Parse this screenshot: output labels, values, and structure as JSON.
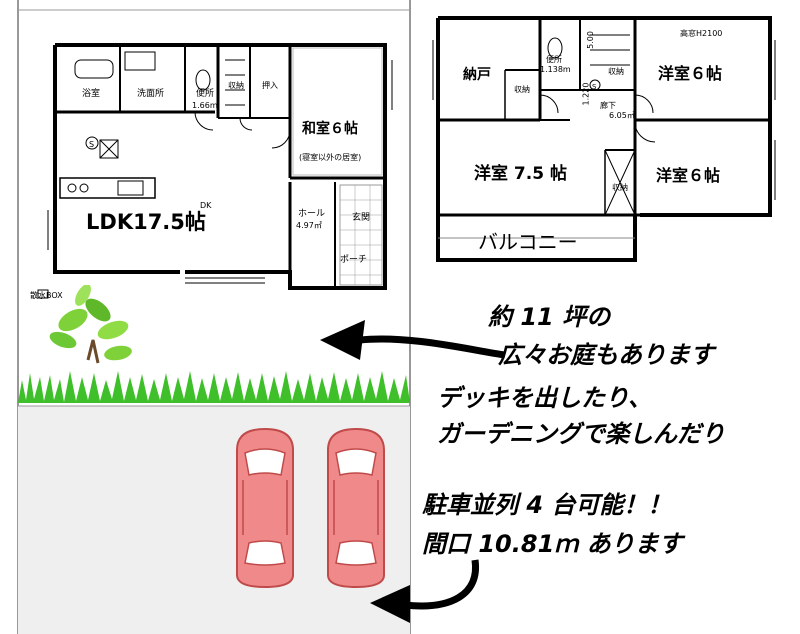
{
  "floor1": {
    "ldk": "LDK17.5帖",
    "washitsu": "和室６帖",
    "washitsu_note": "(寝室以外の居室)",
    "hall": "ホール",
    "hall_area": "4.97㎡",
    "entrance": "玄関",
    "porch": "ポーチ",
    "bath": "浴室",
    "washroom": "洗面所",
    "toilet": "便所",
    "toilet_dim": "1.66m",
    "storage": "収納",
    "storage2": "押入",
    "dk": "DK",
    "sprinkler": "散水BOX"
  },
  "floor2": {
    "nando": "納戸",
    "storage_a": "収納",
    "storage_b": "収納",
    "storage_c": "収納",
    "toilet": "便所",
    "toilet_dim": "1.138m",
    "dim_v": "1.220",
    "dim_v2": "5.00",
    "corridor": "廊下",
    "corridor_area": "6.05㎡",
    "high_window": "高窓H2100",
    "western_a": "洋室６帖",
    "western_b": "洋室 7.5 帖",
    "western_c": "洋室６帖",
    "balcony": "バルコニー"
  },
  "captions": {
    "garden_line1": "約 11 坪の",
    "garden_line2": "広々お庭もあります",
    "garden_line3": "デッキを出したり、",
    "garden_line4": "ガーデニングで楽しんだり",
    "parking_line1": "駐車並列 4 台可能！！",
    "parking_line2": "間口 10.81ｍ あります"
  },
  "colors": {
    "car_fill": "#f08a8a",
    "car_stroke": "#c04a4a",
    "grass": "#3fbf2a",
    "plant_leaf": "#7fd13a",
    "driveway": "#efefef",
    "wall": "#000000"
  }
}
